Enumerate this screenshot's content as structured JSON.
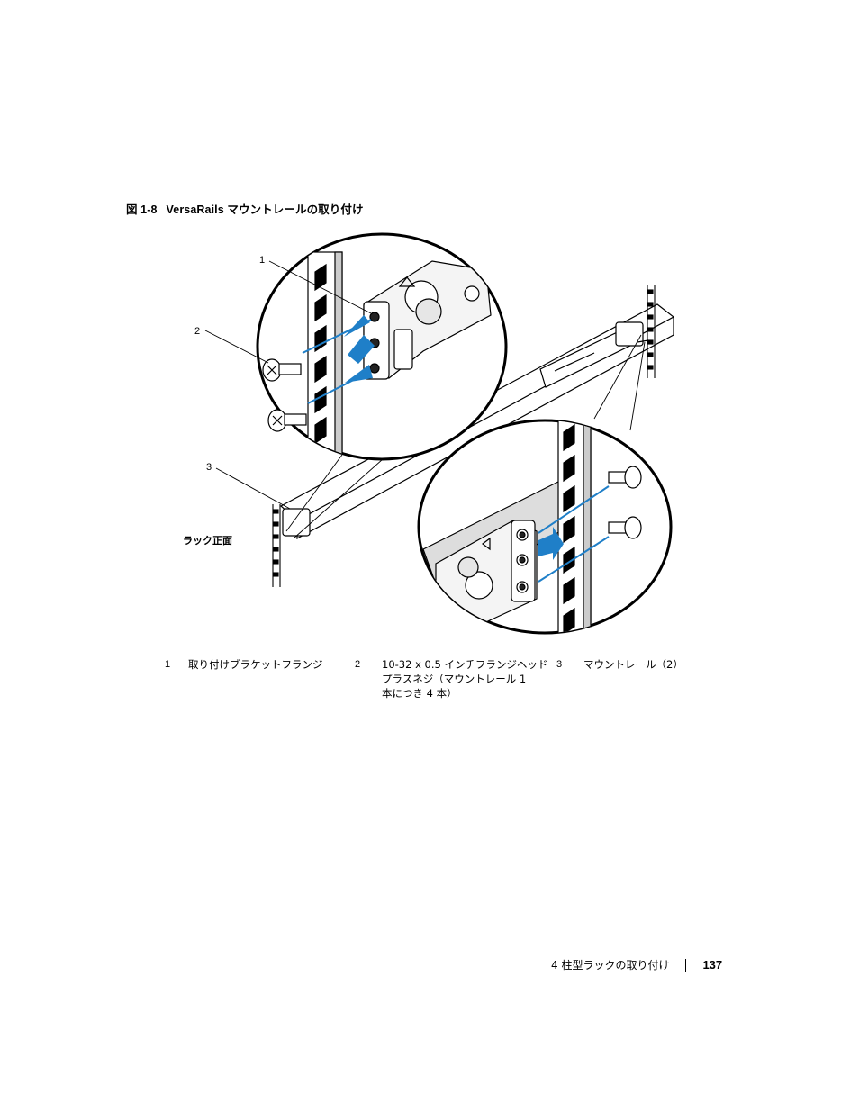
{
  "caption": {
    "label": "図 1-8",
    "title": "VersaRails マウントレールの取り付け"
  },
  "figure": {
    "callouts": [
      "1",
      "2",
      "3"
    ],
    "rack_front_label": "ラック正面"
  },
  "legend": [
    {
      "num": "1",
      "text": "取り付けブラケットフランジ"
    },
    {
      "num": "2",
      "text": "10-32 x 0.5 インチフランジヘッド\nプラスネジ（マウントレール 1\n本につき 4 本）"
    },
    {
      "num": "3",
      "text": "マウントレール（2）"
    }
  ],
  "footer": {
    "section": "4 柱型ラックの取り付け",
    "page_number": "137"
  },
  "colors": {
    "arrow_blue": "#1f7fc8",
    "ink": "#000000"
  }
}
